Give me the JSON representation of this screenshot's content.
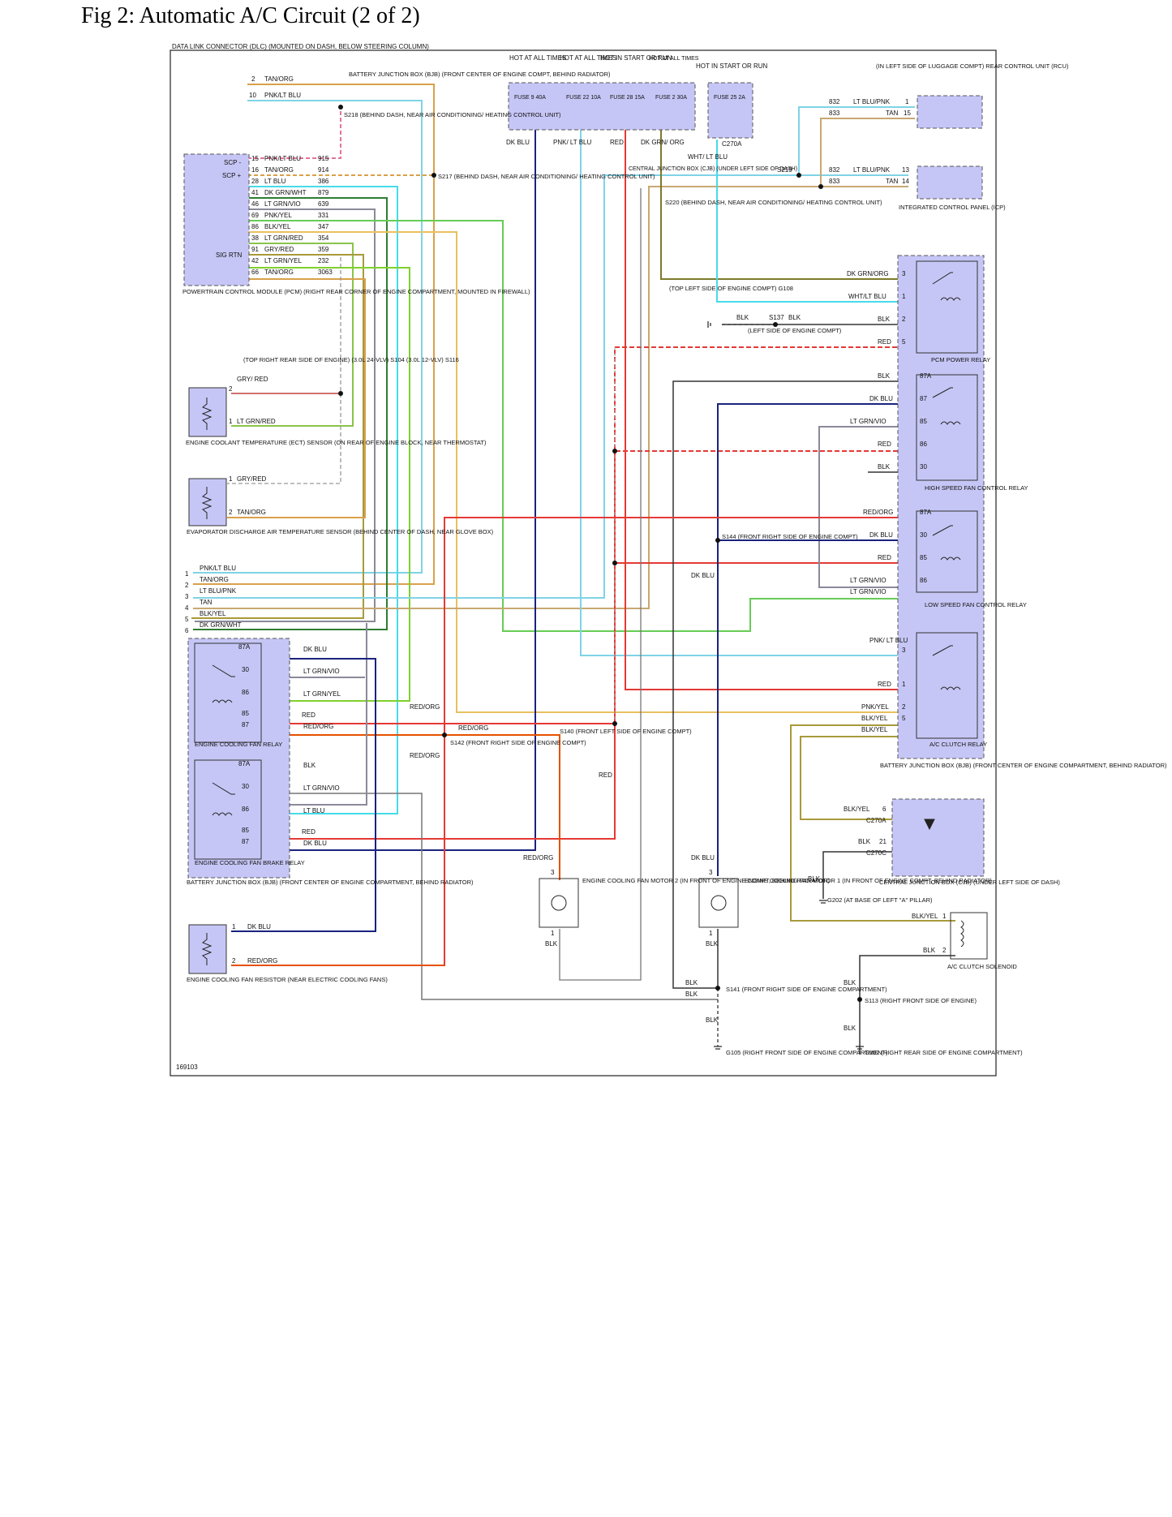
{
  "page_title": "Fig 2: Automatic A/C Circuit (2 of 2)",
  "figure_id": "169103",
  "colors": {
    "box_fill": "#c6c6f6",
    "box_stroke": "#7a7aa8",
    "tan_org": "#d9a14a",
    "pnk_lt_blu": "#7fd3e6",
    "lt_blu": "#45dce8",
    "dk_grn": "#2e7d32",
    "lt_grn": "#66cc55",
    "lt_grn_yel": "#7fd12e",
    "pnk_yel": "#e8c060",
    "blk_yel": "#a89a3a",
    "lt_grn_red": "#8bc34a",
    "gry_red": "#9a9a7a",
    "tan": "#c8a870",
    "dk_blu": "#1a237e",
    "red": "#e53935",
    "red_org": "#e65100",
    "gry": "#777777",
    "dk_grn_org": "#7d7a2a",
    "lt_grn_vio": "#8a8a9a",
    "blk": "#333333",
    "pink": "#e57399"
  },
  "fuses": {
    "header": "BATTERY JUNCTION BOX (BJB) (FRONT CENTER OF ENGINE COMPT, BEHIND RADIATOR)",
    "items": [
      {
        "hot": "HOT AT ALL TIMES",
        "label": "FUSE 9 40A",
        "wire": "DK BLU"
      },
      {
        "hot": "HOT AT ALL TIMES",
        "label": "FUSE 22 10A",
        "wire": "PNK/ LT BLU"
      },
      {
        "hot": "HOT IN START OR RUN",
        "label": "FUSE 28 15A",
        "wire": "RED"
      },
      {
        "hot": "HOT AT ALL TIMES",
        "label": "FUSE 2 30A",
        "wire": "DK GRN/ ORG"
      }
    ],
    "cjb_hot": "HOT IN START OR RUN",
    "cjb_fuse": "FUSE 25 2A",
    "cjb_wire": "WHT/ LT BLU",
    "cjb_loc": "CENTRAL JUNCTION BOX (CJB) (UNDER LEFT SIDE OF DASH)"
  },
  "dlc": {
    "label": "DATA LINK CONNECTOR (DLC) (MOUNTED ON DASH, BELOW STEERING COLUMN)",
    "pins": [
      {
        "pin": "2",
        "wire": "TAN/ORG"
      },
      {
        "pin": "10",
        "wire": "PNK/LT BLU"
      }
    ]
  },
  "splices": {
    "s218": "S218 (BEHIND DASH, NEAR AIR CONDITIONING/ HEATING CONTROL UNIT)",
    "s217": "S217 (BEHIND DASH, NEAR AIR CONDITIONING/ HEATING CONTROL UNIT)",
    "s219": "S219",
    "s220": "S220 (BEHIND DASH, NEAR AIR CONDITIONING/ HEATING CONTROL UNIT)",
    "s104": "(TOP RIGHT REAR SIDE OF ENGINE) (3.0L 24-VLV) S104 (3.0L 12-VLV) S116",
    "s144": "S144 (FRONT RIGHT SIDE OF ENGINE COMPT)",
    "s140": "S140 (FRONT LEFT SIDE OF ENGINE COMPT)",
    "s142": "S142 (FRONT RIGHT SIDE OF ENGINE COMPT)",
    "s141": "S141 (FRONT RIGHT SIDE OF ENGINE COMPARTMENT)",
    "s113": "S113 (RIGHT FRONT SIDE OF ENGINE)",
    "s137": "S137"
  },
  "pcm": {
    "label": "POWERTRAIN CONTROL MODULE (PCM) (RIGHT REAR CORNER OF ENGINE COMPARTMENT, MOUNTED IN FIREWALL)",
    "scp_minus": "SCP -",
    "scp_plus": "SCP +",
    "sig_rtn": "SIG RTN",
    "pins": [
      {
        "pin": "15",
        "wire": "PNK/LT BLU",
        "circuit": "915"
      },
      {
        "pin": "16",
        "wire": "TAN/ORG",
        "circuit": "914"
      },
      {
        "pin": "28",
        "wire": "LT BLU",
        "circuit": "386"
      },
      {
        "pin": "41",
        "wire": "DK GRN/WHT",
        "circuit": "879"
      },
      {
        "pin": "46",
        "wire": "LT GRN/VIO",
        "circuit": "639"
      },
      {
        "pin": "69",
        "wire": "PNK/YEL",
        "circuit": "331"
      },
      {
        "pin": "86",
        "wire": "BLK/YEL",
        "circuit": "347"
      },
      {
        "pin": "38",
        "wire": "LT GRN/RED",
        "circuit": "354"
      },
      {
        "pin": "91",
        "wire": "GRY/RED",
        "circuit": "359"
      },
      {
        "pin": "42",
        "wire": "LT GRN/YEL",
        "circuit": "232"
      },
      {
        "pin": "66",
        "wire": "TAN/ORG",
        "circuit": "3063"
      }
    ]
  },
  "rcu": {
    "label": "(IN LEFT SIDE OF LUGGAGE COMPT) REAR CONTROL UNIT (RCU)",
    "pins": [
      {
        "circuit": "832",
        "wire": "LT BLU/PNK",
        "pin": "1"
      },
      {
        "circuit": "833",
        "wire": "TAN",
        "pin": "15"
      }
    ]
  },
  "icp": {
    "label": "INTEGRATED CONTROL PANEL (ICP)",
    "pins": [
      {
        "circuit": "832",
        "wire": "LT BLU/PNK",
        "pin": "13"
      },
      {
        "circuit": "833",
        "wire": "TAN",
        "pin": "14"
      }
    ]
  },
  "ect": {
    "label": "ENGINE COOLANT TEMPERATURE (ECT) SENSOR (ON REAR OF ENGINE BLOCK, NEAR THERMOSTAT)",
    "pin2": "2",
    "wire2": "GRY/ RED",
    "pin1": "1",
    "wire1": "LT GRN/RED"
  },
  "evap": {
    "label": "EVAPORATOR DISCHARGE AIR TEMPERATURE SENSOR (BEHIND CENTER OF DASH, NEAR GLOVE BOX)",
    "pin1": "1",
    "wire1": "GRY/RED",
    "pin2": "2",
    "wire2": "TAN/ORG"
  },
  "harness": [
    {
      "num": "1",
      "wire": "PNK/LT BLU"
    },
    {
      "num": "2",
      "wire": "TAN/ORG"
    },
    {
      "num": "3",
      "wire": "LT BLU/PNK"
    },
    {
      "num": "4",
      "wire": "TAN"
    },
    {
      "num": "5",
      "wire": "BLK/YEL"
    },
    {
      "num": "6",
      "wire": "DK GRN/WHT"
    }
  ],
  "g108": {
    "label": "(TOP LEFT SIDE OF ENGINE COMPT) G108",
    "loc": "(LEFT SIDE OF ENGINE COMPT)"
  },
  "pcm_relay": {
    "label": "PCM POWER RELAY",
    "pins": [
      {
        "wire": "DK GRN/ORG",
        "pin": "3"
      },
      {
        "wire": "WHT/LT BLU",
        "pin": "1"
      },
      {
        "wire": "BLK",
        "pin": "2"
      },
      {
        "wire": "RED",
        "pin": "5"
      }
    ]
  },
  "hs_relay": {
    "label": "HIGH SPEED FAN CONTROL RELAY",
    "pins": [
      {
        "wire": "BLK",
        "pin": "87A"
      },
      {
        "wire": "DK BLU",
        "pin": "87"
      },
      {
        "wire": "LT GRN/VIO",
        "pin": "85"
      },
      {
        "wire": "RED",
        "pin": "86"
      },
      {
        "wire": "BLK",
        "pin": "30"
      }
    ]
  },
  "ls_relay": {
    "label": "LOW SPEED FAN CONTROL RELAY",
    "pins": [
      {
        "wire": "RED/ORG",
        "pin": "87A"
      },
      {
        "wire": "DK BLU",
        "pin": "30"
      },
      {
        "wire": "RED",
        "pin": "85"
      },
      {
        "wire": "LT GRN/VIO",
        "pin": "86"
      },
      {
        "wire": "LT GRN/VIO",
        "pin": ""
      }
    ]
  },
  "ac_relay": {
    "label": "A/C CLUTCH RELAY",
    "pins": [
      {
        "wire": "PNK/ LT BLU",
        "pin": "3"
      },
      {
        "wire": "RED",
        "pin": "1"
      },
      {
        "wire": "PNK/YEL",
        "pin": "2"
      },
      {
        "wire": "BLK/YEL",
        "pin": "5"
      },
      {
        "wire": "BLK/YEL",
        "pin": ""
      }
    ],
    "bjb_loc": "BATTERY JUNCTION BOX (BJB) (FRONT CENTER OF ENGINE COMPARTMENT, BEHIND RADIATOR)"
  },
  "cjb_diode": {
    "label": "CENTRAL JUNCTION BOX (CJB) (UNDER LEFT SIDE OF DASH)",
    "pins": [
      {
        "wire": "BLK/YEL",
        "pin": "6",
        "conn": "C270A"
      },
      {
        "wire": "BLK",
        "pin": "21",
        "conn": "C270C"
      }
    ],
    "c270a_top": "C270A"
  },
  "ecf_relay": {
    "label": "ENGINE COOLING FAN RELAY",
    "pins": [
      {
        "pin": "87A",
        "wire": "DK BLU"
      },
      {
        "pin": "30",
        "wire": "LT GRN/VIO"
      },
      {
        "pin": "86",
        "wire": "LT GRN/YEL"
      },
      {
        "pin": "85",
        "wire": "RED"
      },
      {
        "pin": "87",
        "wire": "RED/ORG"
      }
    ]
  },
  "brake_relay": {
    "label": "ENGINE COOLING FAN BRAKE RELAY",
    "pins": [
      {
        "pin": "87A",
        "wire": "BLK"
      },
      {
        "pin": "30",
        "wire": "LT GRN/VIO"
      },
      {
        "pin": "86",
        "wire": "LT BLU"
      },
      {
        "pin": "85",
        "wire": "RED"
      },
      {
        "pin": "87",
        "wire": "DK BLU"
      }
    ],
    "bjb_loc": "BATTERY JUNCTION BOX (BJB) (FRONT CENTER OF ENGINE COMPARTMENT, BEHIND RADIATOR)"
  },
  "resistor": {
    "label": "ENGINE COOLING FAN RESISTOR (NEAR ELECTRIC COOLING FANS)",
    "pin1": "1",
    "wire1": "DK BLU",
    "pin2": "2",
    "wire2": "RED/ORG"
  },
  "motor2": {
    "label": "ENGINE COOLING FAN MOTOR 2 (IN FRONT OF ENGINE COMPT, BEHIND RADIATOR)",
    "wire_in": "RED/ORG",
    "pin_top": "3",
    "pin_bot": "1",
    "wire_out": "BLK"
  },
  "motor1": {
    "label": "ENGINE COOLING FAN MOTOR 1 (IN FRONT OF ENGINE COMPT, BEHIND RADIATOR)",
    "wire_in": "DK BLU",
    "pin_top": "3",
    "pin_bot": "1",
    "wire_out": "BLK"
  },
  "clutch": {
    "label": "A/C CLUTCH SOLENOID",
    "pin1": "1",
    "wire1": "BLK/YEL",
    "pin2": "2",
    "wire2": "BLK"
  },
  "grounds": {
    "g202": "G202 (AT BASE OF LEFT \"A\" PILLAR)",
    "g105": "G105 (RIGHT FRONT SIDE OF ENGINE COMPARTMENT)",
    "g102": "G102 (RIGHT REAR SIDE OF ENGINE COMPARTMENT)"
  },
  "wire_labels": {
    "red_org_a": "RED/ORG",
    "red_org_b": "RED/ORG",
    "red_org_c": "RED/ORG",
    "red_s140": "RED",
    "blk_ground": "BLK",
    "blk_s141a": "BLK",
    "blk_s141b": "BLK",
    "blk_s141c": "BLK",
    "blk_s113a": "BLK",
    "blk_s113b": "BLK",
    "blk_g108a": "BLK",
    "blk_g108b": "BLK",
    "dk_blu_s144": "DK BLU",
    "dk_blu_m1": "DK BLU"
  }
}
